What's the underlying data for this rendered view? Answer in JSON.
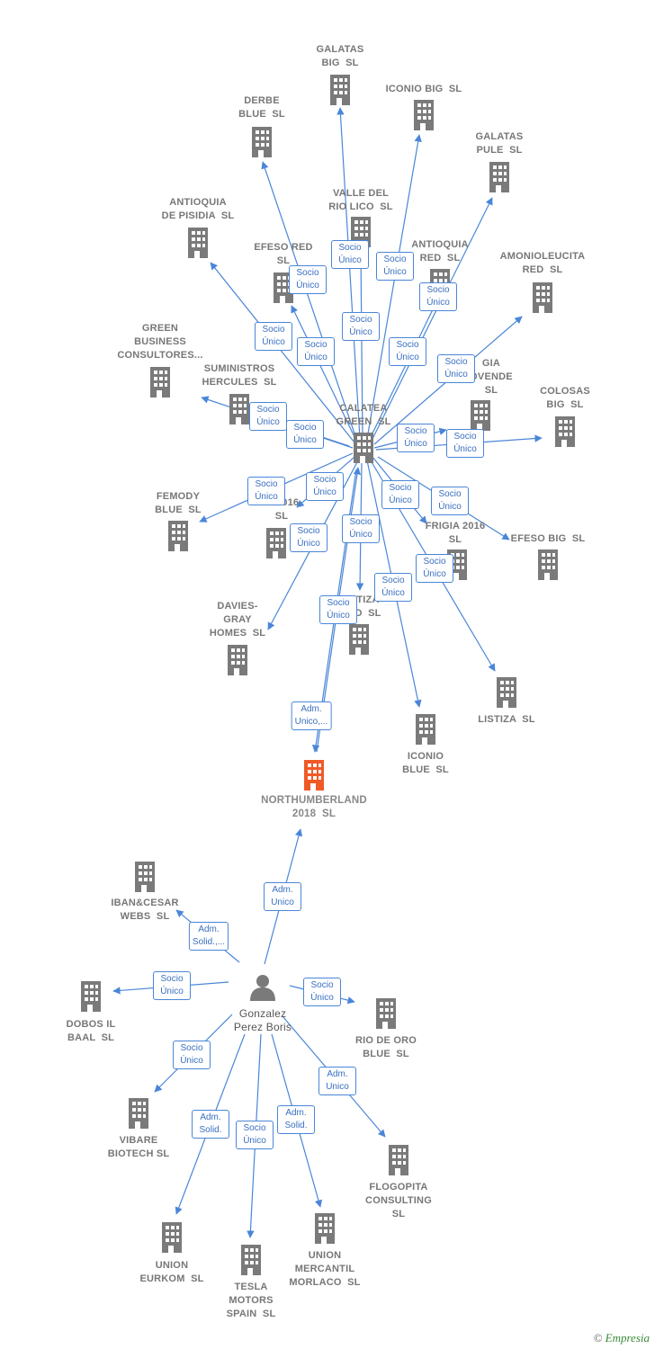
{
  "colors": {
    "edge": "#4a86d8",
    "building": "#7a7a7a",
    "focus": "#f05a28",
    "person": "#7a7a7a"
  },
  "nodes": [
    {
      "id": "galatas_big",
      "label": "GALATAS\nBIG  SL",
      "type": "company"
    },
    {
      "id": "iconio_big",
      "label": "ICONIO BIG  SL",
      "type": "company"
    },
    {
      "id": "derbe_blue",
      "label": "DERBE\nBLUE  SL",
      "type": "company"
    },
    {
      "id": "galatas_pule",
      "label": "GALATAS\nPULE  SL",
      "type": "company"
    },
    {
      "id": "valle_del_rio",
      "label": "VALLE DEL\nRIO LICO  SL",
      "type": "company"
    },
    {
      "id": "antioquia_pisidia",
      "label": "ANTIOQUIA\nDE PISIDIA  SL",
      "type": "company"
    },
    {
      "id": "efeso_red",
      "label": "EFESO RED\nSL",
      "type": "company"
    },
    {
      "id": "antioquia_red",
      "label": "ANTIOQUIA\nRED  SL",
      "type": "company"
    },
    {
      "id": "amonioleucita",
      "label": "AMONIOLEUCITA\nRED  SL",
      "type": "company"
    },
    {
      "id": "green_business",
      "label": "GREEN\nBUSINESS\nCONSULTORES...",
      "type": "company"
    },
    {
      "id": "suministros",
      "label": "SUMINISTROS\nHERCULES  SL",
      "type": "company"
    },
    {
      "id": "pavente",
      "label": "GIA\nOVENDE\nSL",
      "type": "company"
    },
    {
      "id": "colosas_big",
      "label": "COLOSAS\nBIG  SL",
      "type": "company"
    },
    {
      "id": "calatea",
      "label": "CALATEA\nGREEN  SL",
      "type": "company"
    },
    {
      "id": "femody",
      "label": "FEMODY\nBLUE  SL",
      "type": "company"
    },
    {
      "id": "listra2016",
      "label": "L  2016\nSL",
      "type": "company"
    },
    {
      "id": "frigia",
      "label": "FRIGIA 2016\nSL",
      "type": "company"
    },
    {
      "id": "efeso_big",
      "label": "EFESO BIG  SL",
      "type": "company"
    },
    {
      "id": "davies",
      "label": "DAVIES-\nGRAY\nHOMES  SL",
      "type": "company"
    },
    {
      "id": "tiza",
      "label": "TIZA\nD  SL",
      "type": "company"
    },
    {
      "id": "listiza",
      "label": "LISTIZA  SL",
      "type": "company"
    },
    {
      "id": "iconio_blue",
      "label": "ICONIO\nBLUE  SL",
      "type": "company"
    },
    {
      "id": "northumberland",
      "label": "NORTHUMBERLAND\n2018  SL",
      "type": "focus"
    },
    {
      "id": "iban",
      "label": "IBAN&CESAR\nWEBS  SL",
      "type": "company"
    },
    {
      "id": "gonzalez",
      "label": "Gonzalez\nPerez Boris",
      "type": "person"
    },
    {
      "id": "dobos",
      "label": "DOBOS IL\nBAAL  SL",
      "type": "company"
    },
    {
      "id": "rio_de_oro",
      "label": "RIO DE ORO\nBLUE  SL",
      "type": "company"
    },
    {
      "id": "vibare",
      "label": "VIBARE\nBIOTECH SL",
      "type": "company"
    },
    {
      "id": "flogopita",
      "label": "FLOGOPITA\nCONSULTING\nSL",
      "type": "company"
    },
    {
      "id": "union_eurkom",
      "label": "UNION\nEURKOM  SL",
      "type": "company"
    },
    {
      "id": "tesla",
      "label": "TESLA\nMOTORS\nSPAIN  SL",
      "type": "company"
    },
    {
      "id": "union_mercantil",
      "label": "UNION\nMERCANTIL\nMORLACO  SL",
      "type": "company"
    }
  ],
  "edges": [
    {
      "from": "calatea",
      "to": "galatas_big",
      "label": "Socio\nÚnico"
    },
    {
      "from": "calatea",
      "to": "iconio_big",
      "label": "Socio\nÚnico"
    },
    {
      "from": "calatea",
      "to": "derbe_blue",
      "label": "Socio\nÚnico"
    },
    {
      "from": "calatea",
      "to": "galatas_pule",
      "label": "Socio\nÚnico"
    },
    {
      "from": "calatea",
      "to": "valle_del_rio",
      "label": "Socio\nÚnico"
    },
    {
      "from": "calatea",
      "to": "antioquia_pisidia",
      "label": "Socio\nÚnico"
    },
    {
      "from": "calatea",
      "to": "efeso_red",
      "label": "Socio\nÚnico"
    },
    {
      "from": "calatea",
      "to": "antioquia_red",
      "label": "Socio\nÚnico"
    },
    {
      "from": "calatea",
      "to": "amonioleucita",
      "label": "Socio\nÚnico"
    },
    {
      "from": "calatea",
      "to": "suministros",
      "label": "Socio\nÚnico"
    },
    {
      "from": "calatea",
      "to": "pavente",
      "label": "Socio\nÚnico"
    },
    {
      "from": "calatea",
      "to": "colosas_big",
      "label": "Socio\nÚnico"
    },
    {
      "from": "calatea",
      "to": "femody",
      "label": "Socio\nÚnico"
    },
    {
      "from": "calatea",
      "to": "listra2016",
      "label": "Socio\nÚnico"
    },
    {
      "from": "calatea",
      "to": "frigia",
      "label": "Socio\nÚnico"
    },
    {
      "from": "calatea",
      "to": "efeso_big",
      "label": "Socio\nÚnico"
    },
    {
      "from": "calatea",
      "to": "davies",
      "label": "Socio\nÚnico"
    },
    {
      "from": "calatea",
      "to": "tiza",
      "label": "Socio\nÚnico"
    },
    {
      "from": "calatea",
      "to": "listiza",
      "label": "Socio\nÚnico"
    },
    {
      "from": "calatea",
      "to": "iconio_blue",
      "label": "Socio\nÚnico"
    },
    {
      "from": "calatea",
      "to": "green_business",
      "label": "Socio\nÚnico"
    },
    {
      "from": "northumberland",
      "to": "calatea",
      "label": "Socio\nÚnico"
    },
    {
      "from": "calatea",
      "to": "northumberland",
      "label": "Adm.\nUnico,..."
    },
    {
      "from": "gonzalez",
      "to": "northumberland",
      "label": "Adm.\nUnico"
    },
    {
      "from": "gonzalez",
      "to": "iban",
      "label": "Adm.\nSolid.,..."
    },
    {
      "from": "gonzalez",
      "to": "dobos",
      "label": "Socio\nÚnico"
    },
    {
      "from": "gonzalez",
      "to": "rio_de_oro",
      "label": "Socio\nÚnico"
    },
    {
      "from": "gonzalez",
      "to": "vibare",
      "label": "Socio\nÚnico"
    },
    {
      "from": "gonzalez",
      "to": "flogopita",
      "label": "Adm.\nUnico"
    },
    {
      "from": "gonzalez",
      "to": "union_eurkom",
      "label": "Adm.\nSolid."
    },
    {
      "from": "gonzalez",
      "to": "tesla",
      "label": "Socio\nÚnico"
    },
    {
      "from": "gonzalez",
      "to": "union_mercantil",
      "label": "Adm.\nSolid."
    }
  ],
  "footer": {
    "copyright": "©",
    "brand": "Empresia"
  }
}
